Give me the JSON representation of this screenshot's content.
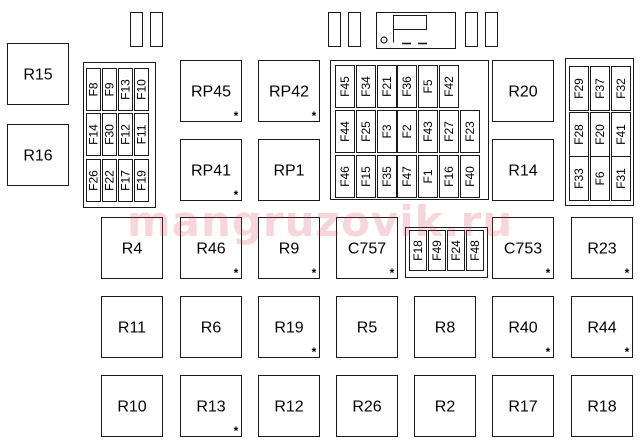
{
  "watermark": "mangruzovik.ru",
  "colors": {
    "stroke": "#1a1a1a",
    "text": "#000000",
    "watermark": "#d64658"
  },
  "marker": "*",
  "relays": [
    {
      "id": "R15"
    },
    {
      "id": "R16"
    },
    {
      "id": "RP45",
      "starred": true
    },
    {
      "id": "RP42",
      "starred": true
    },
    {
      "id": "RP41",
      "starred": true
    },
    {
      "id": "RP1"
    },
    {
      "id": "R20"
    },
    {
      "id": "R14"
    },
    {
      "id": "R4"
    },
    {
      "id": "R46",
      "starred": true
    },
    {
      "id": "R9",
      "starred": true
    },
    {
      "id": "C757",
      "starred": true
    },
    {
      "id": "C753",
      "starred": true
    },
    {
      "id": "R23",
      "starred": true
    },
    {
      "id": "R11"
    },
    {
      "id": "R6"
    },
    {
      "id": "R19",
      "starred": true
    },
    {
      "id": "R5"
    },
    {
      "id": "R8"
    },
    {
      "id": "R40",
      "starred": true
    },
    {
      "id": "R44",
      "starred": true
    },
    {
      "id": "R10"
    },
    {
      "id": "R13",
      "starred": true
    },
    {
      "id": "R12"
    },
    {
      "id": "R26"
    },
    {
      "id": "R2"
    },
    {
      "id": "R17"
    },
    {
      "id": "R18"
    }
  ],
  "fuse_blocks": [
    {
      "rows": [
        [
          "F8",
          "F9",
          "F13",
          "F10"
        ],
        [
          "F14",
          "F30",
          "F12",
          "F11"
        ],
        [
          "F26",
          "F22",
          "F17",
          "F19"
        ]
      ]
    },
    {
      "rows": [
        [
          "F45",
          "F34",
          "F21",
          "F36",
          "F5",
          "F42"
        ],
        [
          "F44",
          "F25",
          "F3",
          "F2",
          "F43",
          "F27",
          "F23"
        ],
        [
          "F46",
          "F15",
          "F35",
          "F47",
          "F1",
          "F16",
          "F40"
        ]
      ]
    },
    {
      "rows": [
        [
          "F29",
          "F37",
          "F32"
        ],
        [
          "F28",
          "F20",
          "F41"
        ],
        [
          "F33",
          "F6",
          "F31"
        ]
      ]
    },
    {
      "rows": [
        [
          "F18",
          "F49",
          "F24",
          "F48"
        ]
      ]
    }
  ]
}
